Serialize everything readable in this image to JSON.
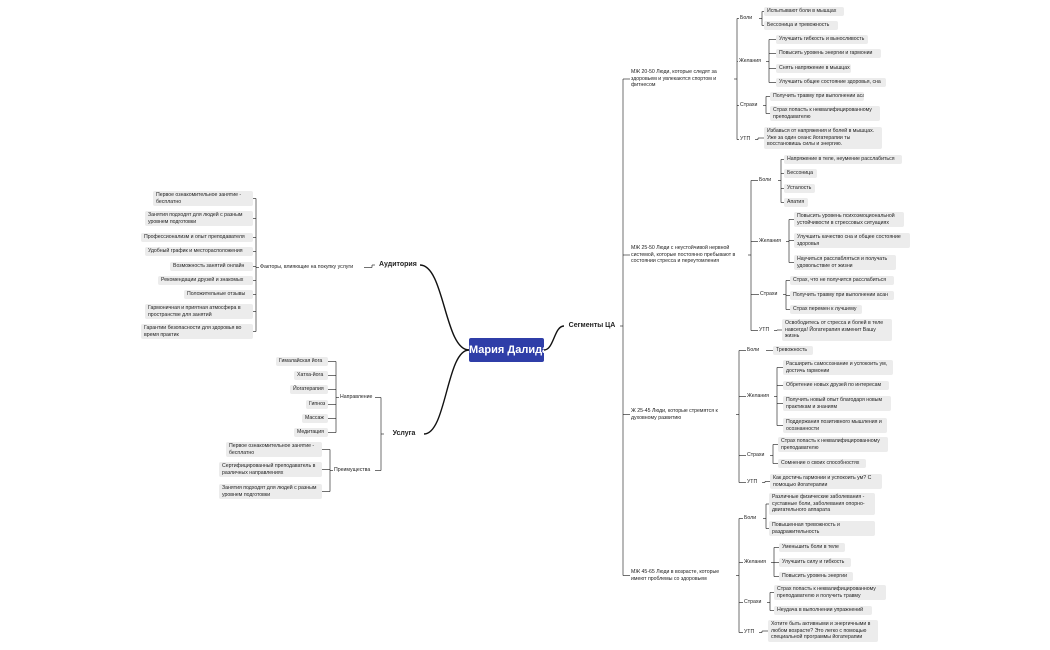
{
  "center": "Мария Далида",
  "audience": {
    "label": "Аудитория",
    "factors_label": "Факторы, влияющие на покупку услуги",
    "factors": [
      "Первое ознакомительное занятие - бесплатно",
      "Занятия подходят для людей с разным уровнем подготовки",
      "Профессионализм и опыт преподавателя",
      "Удобный график и месторасположения",
      "Возможность занятий онлайн",
      "Рекомендации друзей и знакомых",
      "Положительные отзывы",
      "Гармоничная и приятная атмосфера в пространстве для занятий",
      "Гарантии безопасности для здоровья во время практик"
    ]
  },
  "service": {
    "label": "Услуга",
    "direction_label": "Направление",
    "directions": [
      "Гималайская йога",
      "Хатха-йога",
      "Йогатерапия",
      "Гипноз",
      "Массаж",
      "Медитация"
    ],
    "advantages_label": "Преимущества",
    "advantages": [
      "Первое ознакомительное занятие - бесплатно",
      "Сертифицированный преподаватель в различных направлениях",
      "Занятия подходят для людей с разным уровнем подготовки"
    ]
  },
  "segments": {
    "label": "Сегменты ЦА",
    "s1": {
      "label": "МЖ 20-50 Люди, которые следят за здоровьем и увлекаются спортом и фитнесом",
      "pain_label": "Боли",
      "pains": [
        "Испытывают боли в мышцах",
        "Бессоница и тревожность"
      ],
      "wish_label": "Желания",
      "wishes": [
        "Улучшить гибкость и выносливость",
        "Повысить уровень энергии и гармонии",
        "Снять напряжение в мышцах",
        "Улучшить общее состояние здоровья, сна"
      ],
      "fear_label": "Страхи",
      "fears": [
        "Получить травму при выполнении асан",
        "Страх попасть к неквалифицированному преподавателю"
      ],
      "usp_label": "УТП",
      "usp": "Избавься от напряжения и болей в мышцах. Уже за один сеанс йогатерапии ты восстановишь силы и энергию."
    },
    "s2": {
      "label": "МЖ 25-50 Люди с неустойчивой нервной системой, которые постоянно пребывают в состоянии стресса и переутомления",
      "pain_label": "Боли",
      "pains": [
        "Напряжение в теле, неумение расслабиться",
        "Бессоница",
        "Усталость",
        "Апатия"
      ],
      "wish_label": "Желания",
      "wishes": [
        "Повысить уровень психоэмоциональной устойчивости в стрессовых ситуациях",
        "Улучшить качество сна и общее состояние здоровья",
        "Научиться расслабляться и получать удовольствие от жизни"
      ],
      "fear_label": "Страхи",
      "fears": [
        "Страх, что не получится расслабиться",
        "Получить травму при выполнении асан",
        "Страх перемен к лучшему"
      ],
      "usp_label": "УТП",
      "usp": "Освободитесь от стресса и болей в теле навсегда! Йогатерапия изменит Вашу жизнь"
    },
    "s3": {
      "label": "Ж 25-45 Люди, которые стремятся к духовному развитию",
      "pain_label": "Боли",
      "pains": [
        "Тревожность"
      ],
      "wish_label": "Желания",
      "wishes": [
        "Расширить самосознание и успокоить ум, достичь гармонии",
        "Обретение новых друзей по интересам",
        "Получить новый опыт благодаря новым практикам и знаниям",
        "Поддержания позитивного мышления и осознанности"
      ],
      "fear_label": "Страхи",
      "fears": [
        "Страх попасть к неквалифицированному преподавателю",
        "Сомнение о своих способностях"
      ],
      "usp_label": "УТП",
      "usp": "Как достичь гармонии и успокоить ум? С помощью йогатерапии"
    },
    "s4": {
      "label": "МЖ 45-65 Люди в возрасте, которые имеют проблемы со здоровьем",
      "pain_label": "Боли",
      "pains": [
        "Различные физические заболевания - суставные боли, заболевания опорно-двигательного аппарата",
        "Повышенная тревожность и раздражительность"
      ],
      "wish_label": "Желания",
      "wishes": [
        "Уменьшить боли в теле",
        "Улучшить силу и гибкость",
        "Повысить уровень энергии"
      ],
      "fear_label": "Страхи",
      "fears": [
        "Страх попасть к неквалифицированному преподавателю и получить травму",
        "Неудача в выполнении упражнений"
      ],
      "usp_label": "УТП",
      "usp": "Хотите быть активными и энергичными в любом возрасте? Это легко с помощью специальной программы йогатерапии"
    }
  }
}
